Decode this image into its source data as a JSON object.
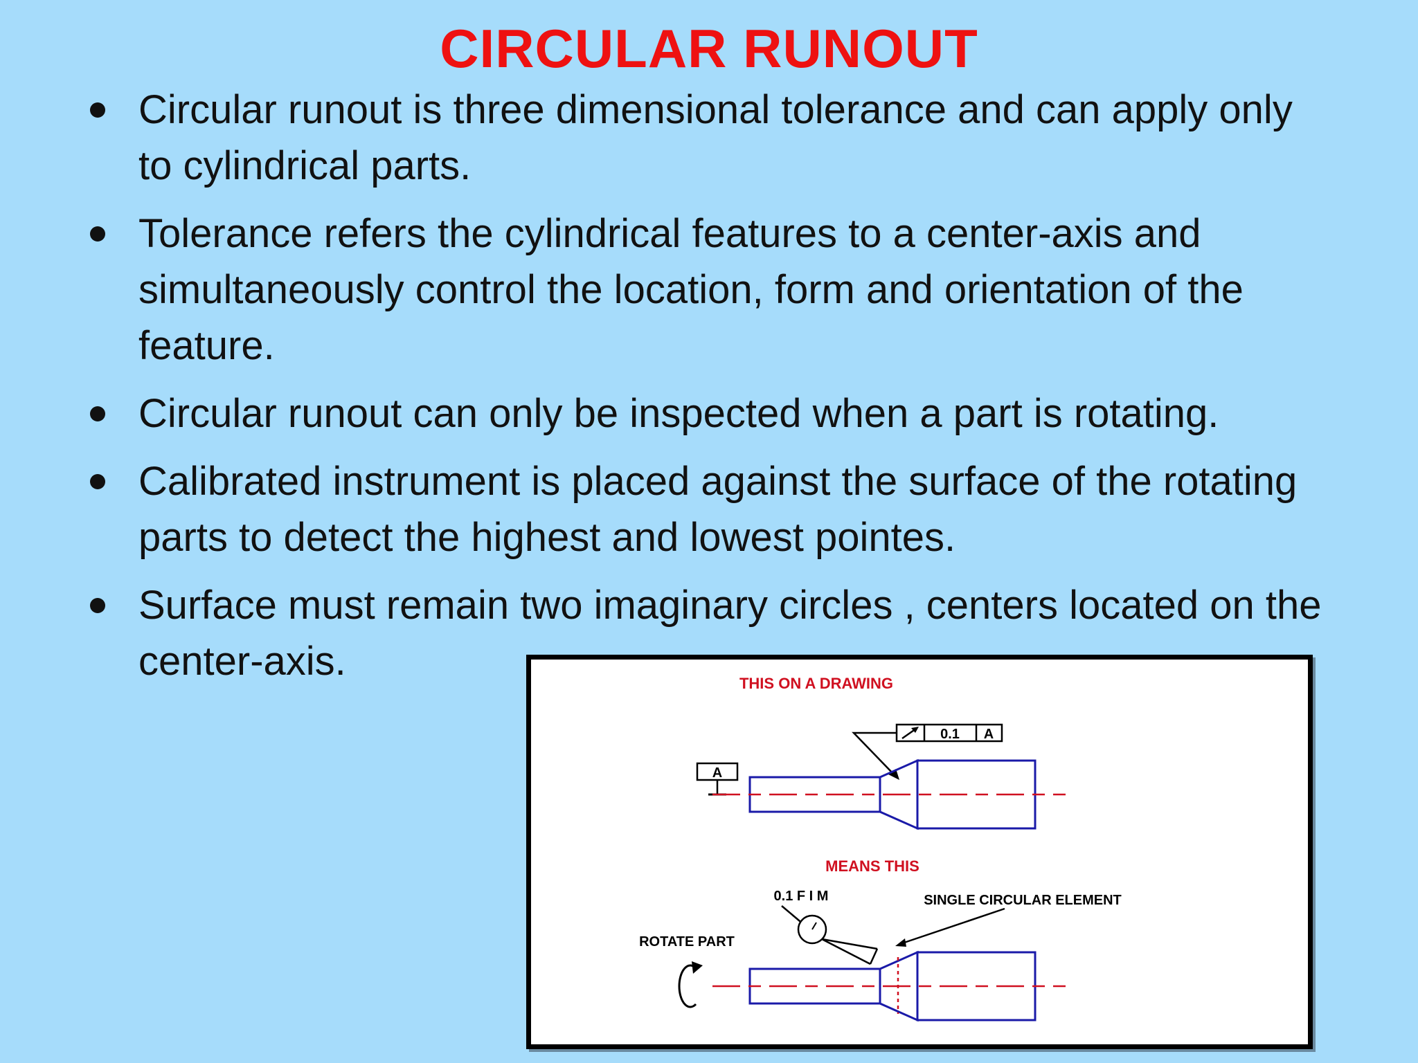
{
  "slide": {
    "title": "CIRCULAR RUNOUT",
    "bullets": [
      "Circular runout is three dimensional tolerance and can apply only to cylindrical parts.",
      "Tolerance refers the cylindrical features to a center-axis and simultaneously control the location, form and orientation of the feature.",
      "Circular runout can only be inspected when a part is rotating.",
      "Calibrated instrument is placed against the surface of the rotating parts to detect the highest and lowest pointes.",
      "Surface must remain two imaginary circles , centers located on the center-axis."
    ]
  },
  "figure": {
    "caption_top": "THIS ON A DRAWING",
    "fcf_value": "0.1",
    "fcf_datum": "A",
    "datum_label": "A",
    "caption_bottom": "MEANS THIS",
    "fim_label": "0.1 F I M",
    "element_label": "SINGLE CIRCULAR ELEMENT",
    "rotate_label": "ROTATE PART"
  },
  "colors": {
    "background": "#a6dcfb",
    "title": "#ee1111",
    "body_text": "#111111",
    "drawing_outline": "#1a1aa8",
    "center_line": "#d01020",
    "caption_red": "#d01020"
  }
}
